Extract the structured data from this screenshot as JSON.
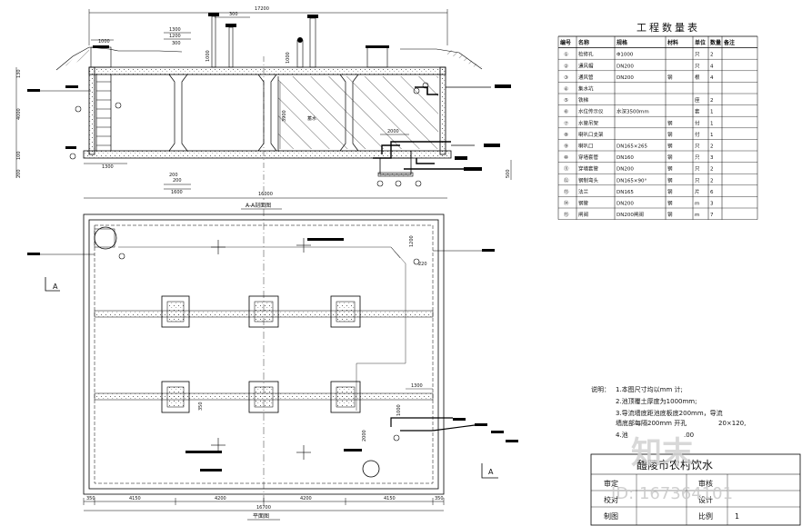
{
  "section": {
    "title": "A-A剖面图",
    "dims_top": [
      "17200",
      "300"
    ],
    "dims_small": [
      "1300",
      "1200",
      "300",
      "1000",
      "300"
    ],
    "dims_vertical_left": [
      "130",
      "4000",
      "100",
      "200"
    ],
    "dims_vertical_mid": [
      "1000",
      "1000",
      "3900"
    ],
    "dims_bottom": [
      "1300",
      "200",
      "1600",
      "200",
      "2000",
      "500",
      "16000"
    ],
    "label_water": "蓄水"
  },
  "plan": {
    "title": "平面图",
    "section_marker": "A",
    "dims_bottom": [
      "350",
      "4150",
      "4200",
      "4200",
      "4150",
      "350",
      "16700"
    ],
    "dims_right": [
      "1200",
      "1300",
      "1000",
      "350",
      "2000"
    ],
    "label_220": "220"
  },
  "table": {
    "title": "工程数量表",
    "headers": [
      "编号",
      "名称",
      "规格",
      "材料",
      "单位",
      "数量",
      "备注"
    ],
    "rows": [
      {
        "no": "①",
        "name": "检修孔",
        "spec": "Φ1000",
        "mat": "",
        "unit": "只",
        "qty": "2",
        "note": ""
      },
      {
        "no": "②",
        "name": "通风帽",
        "spec": "DN200",
        "mat": "",
        "unit": "只",
        "qty": "4",
        "note": ""
      },
      {
        "no": "③",
        "name": "通风管",
        "spec": "DN200",
        "mat": "钢",
        "unit": "根",
        "qty": "4",
        "note": ""
      },
      {
        "no": "④",
        "name": "集水坑",
        "spec": "",
        "mat": "",
        "unit": "",
        "qty": "",
        "note": ""
      },
      {
        "no": "⑤",
        "name": "铁梯",
        "spec": "",
        "mat": "",
        "unit": "座",
        "qty": "2",
        "note": ""
      },
      {
        "no": "⑥",
        "name": "水位传示仪",
        "spec": "水深3500mm",
        "mat": "",
        "unit": "套",
        "qty": "1",
        "note": ""
      },
      {
        "no": "⑦",
        "name": "水管吊架",
        "spec": "",
        "mat": "钢",
        "unit": "付",
        "qty": "1",
        "note": ""
      },
      {
        "no": "⑧",
        "name": "喇叭口支架",
        "spec": "",
        "mat": "钢",
        "unit": "付",
        "qty": "1",
        "note": ""
      },
      {
        "no": "⑨",
        "name": "喇叭口",
        "spec": "DN165×265",
        "mat": "钢",
        "unit": "只",
        "qty": "2",
        "note": ""
      },
      {
        "no": "⑩",
        "name": "穿墙套管",
        "spec": "DN160",
        "mat": "钢",
        "unit": "只",
        "qty": "3",
        "note": ""
      },
      {
        "no": "⑪",
        "name": "穿墙套管",
        "spec": "DN200",
        "mat": "钢",
        "unit": "只",
        "qty": "2",
        "note": ""
      },
      {
        "no": "⑫",
        "name": "钢制弯头",
        "spec": "DN165×90°",
        "mat": "钢",
        "unit": "只",
        "qty": "2",
        "note": ""
      },
      {
        "no": "⑬",
        "name": "法兰",
        "spec": "DN165",
        "mat": "钢",
        "unit": "片",
        "qty": "6",
        "note": ""
      },
      {
        "no": "⑭",
        "name": "钢管",
        "spec": "DN200",
        "mat": "钢",
        "unit": "m",
        "qty": "3",
        "note": ""
      },
      {
        "no": "⑮",
        "name": "闸阀",
        "spec": "DN200闸阀",
        "mat": "钢",
        "unit": "m",
        "qty": "7",
        "note": ""
      }
    ]
  },
  "notes": {
    "label": "说明：",
    "lines": [
      "1.本图尺寸均以mm 计;",
      "2.池顶覆土厚度为1000mm;",
      "3.导流墙底距池底板底200mm，导流",
      "  墙底部每隔200mm 开孔",
      "4.池"
    ],
    "partial_1": "20×120,",
    "partial_2": ".00"
  },
  "title_block": {
    "company": "醴陵市农村饮水",
    "row_labels": [
      "审定",
      "校对",
      "制图"
    ],
    "cells": [
      "审核",
      "设计",
      "比例",
      "1"
    ]
  },
  "watermark": {
    "brand": "知末",
    "id_text": "ID: 167364101"
  }
}
